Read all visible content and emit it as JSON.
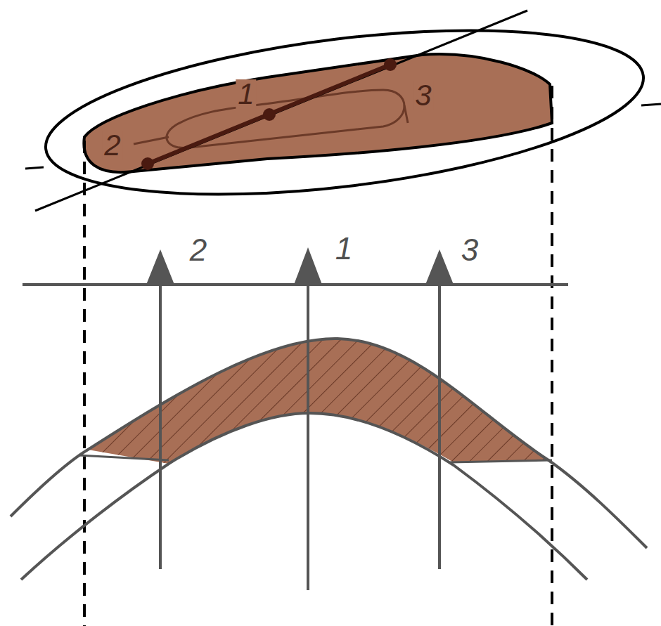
{
  "diagram": {
    "labels": [
      "2",
      "1",
      "3",
      "2",
      "1",
      "3"
    ]
  }
}
